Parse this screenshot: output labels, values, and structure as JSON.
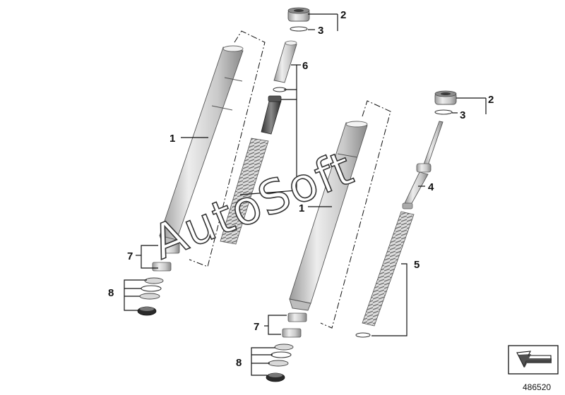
{
  "callouts": {
    "left_1": "1",
    "left_2": "2",
    "left_3": "3",
    "left_6": "6",
    "left_7": "7",
    "left_8": "8",
    "right_1": "1",
    "right_2": "2",
    "right_3": "3",
    "right_4": "4",
    "right_5": "5",
    "right_7": "7",
    "right_8": "8"
  },
  "watermark": "AutoSoft",
  "reference_number": "486520",
  "colors": {
    "tube_light": "#e6e6e6",
    "tube_dark": "#8e8e8e",
    "line": "#111111",
    "seal": "#2a2a2a"
  }
}
